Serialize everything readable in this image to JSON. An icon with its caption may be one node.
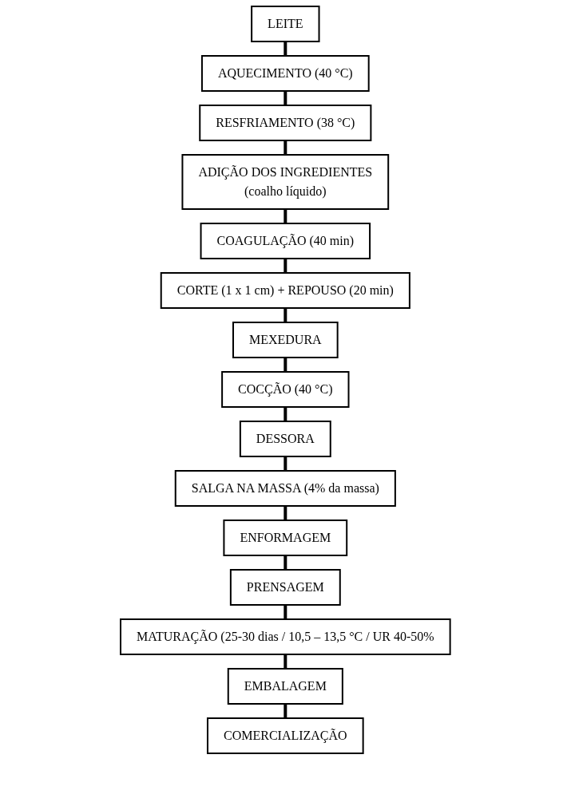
{
  "diagram": {
    "nodes": [
      {
        "text": [
          "LEITE"
        ]
      },
      {
        "text": [
          "AQUECIMENTO (40 °C)"
        ]
      },
      {
        "text": [
          "RESFRIAMENTO (38 °C)"
        ]
      },
      {
        "text": [
          "ADIÇÃO DOS INGREDIENTES",
          "(coalho líquido)"
        ]
      },
      {
        "text": [
          "COAGULAÇÃO (40 min)"
        ]
      },
      {
        "text": [
          "CORTE (1 x 1 cm) + REPOUSO (20 min)"
        ]
      },
      {
        "text": [
          "MEXEDURA"
        ]
      },
      {
        "text": [
          "COCÇÃO (40 °C)"
        ]
      },
      {
        "text": [
          "DESSORA"
        ]
      },
      {
        "text": [
          "SALGA NA MASSA (4% da massa)"
        ]
      },
      {
        "text": [
          "ENFORMAGEM"
        ]
      },
      {
        "text": [
          "PRENSAGEM"
        ]
      },
      {
        "text": [
          "MATURAÇÃO (25-30 dias / 10,5 – 13,5 °C / UR 40-50%"
        ]
      },
      {
        "text": [
          "EMBALAGEM"
        ]
      },
      {
        "text": [
          "COMERCIALIZAÇÃO"
        ]
      }
    ],
    "edges": [
      {
        "from": 0,
        "to": 1,
        "arrow": "none"
      },
      {
        "from": 1,
        "to": 2,
        "arrow": "none"
      },
      {
        "from": 2,
        "to": 3,
        "arrow": "none"
      },
      {
        "from": 3,
        "to": 4,
        "arrow": "none"
      },
      {
        "from": 4,
        "to": 5,
        "arrow": "none"
      },
      {
        "from": 5,
        "to": 6,
        "arrow": "none"
      },
      {
        "from": 6,
        "to": 7,
        "arrow": "none"
      },
      {
        "from": 7,
        "to": 8,
        "arrow": "none"
      },
      {
        "from": 8,
        "to": 9,
        "arrow": "none"
      },
      {
        "from": 9,
        "to": 10,
        "arrow": "none"
      },
      {
        "from": 10,
        "to": 11,
        "arrow": "none"
      },
      {
        "from": 11,
        "to": 12,
        "arrow": "none"
      },
      {
        "from": 12,
        "to": 13,
        "arrow": "none"
      },
      {
        "from": 13,
        "to": 14,
        "arrow": "none"
      }
    ]
  }
}
